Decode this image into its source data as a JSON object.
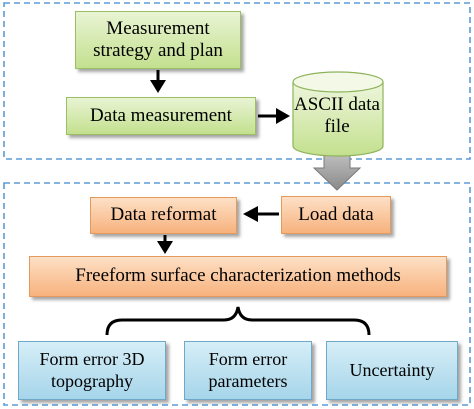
{
  "section_top": {
    "strategy_box": "Measurement strategy and plan",
    "measurement_box": "Data measurement",
    "file_cylinder": "ASCII data file"
  },
  "section_bottom": {
    "reformat_box": "Data reformat",
    "load_box": "Load data",
    "methods_box": "Freeform surface characterization methods",
    "outputs": [
      "Form error 3D topography",
      "Form error parameters",
      "Uncertainty"
    ]
  },
  "colors": {
    "green_fill": "#c3e08e",
    "orange_fill": "#f7b27d",
    "blue_fill": "#a6d5ea",
    "dashed_border": "#5b9bd5",
    "connector_gray": "#999999"
  }
}
